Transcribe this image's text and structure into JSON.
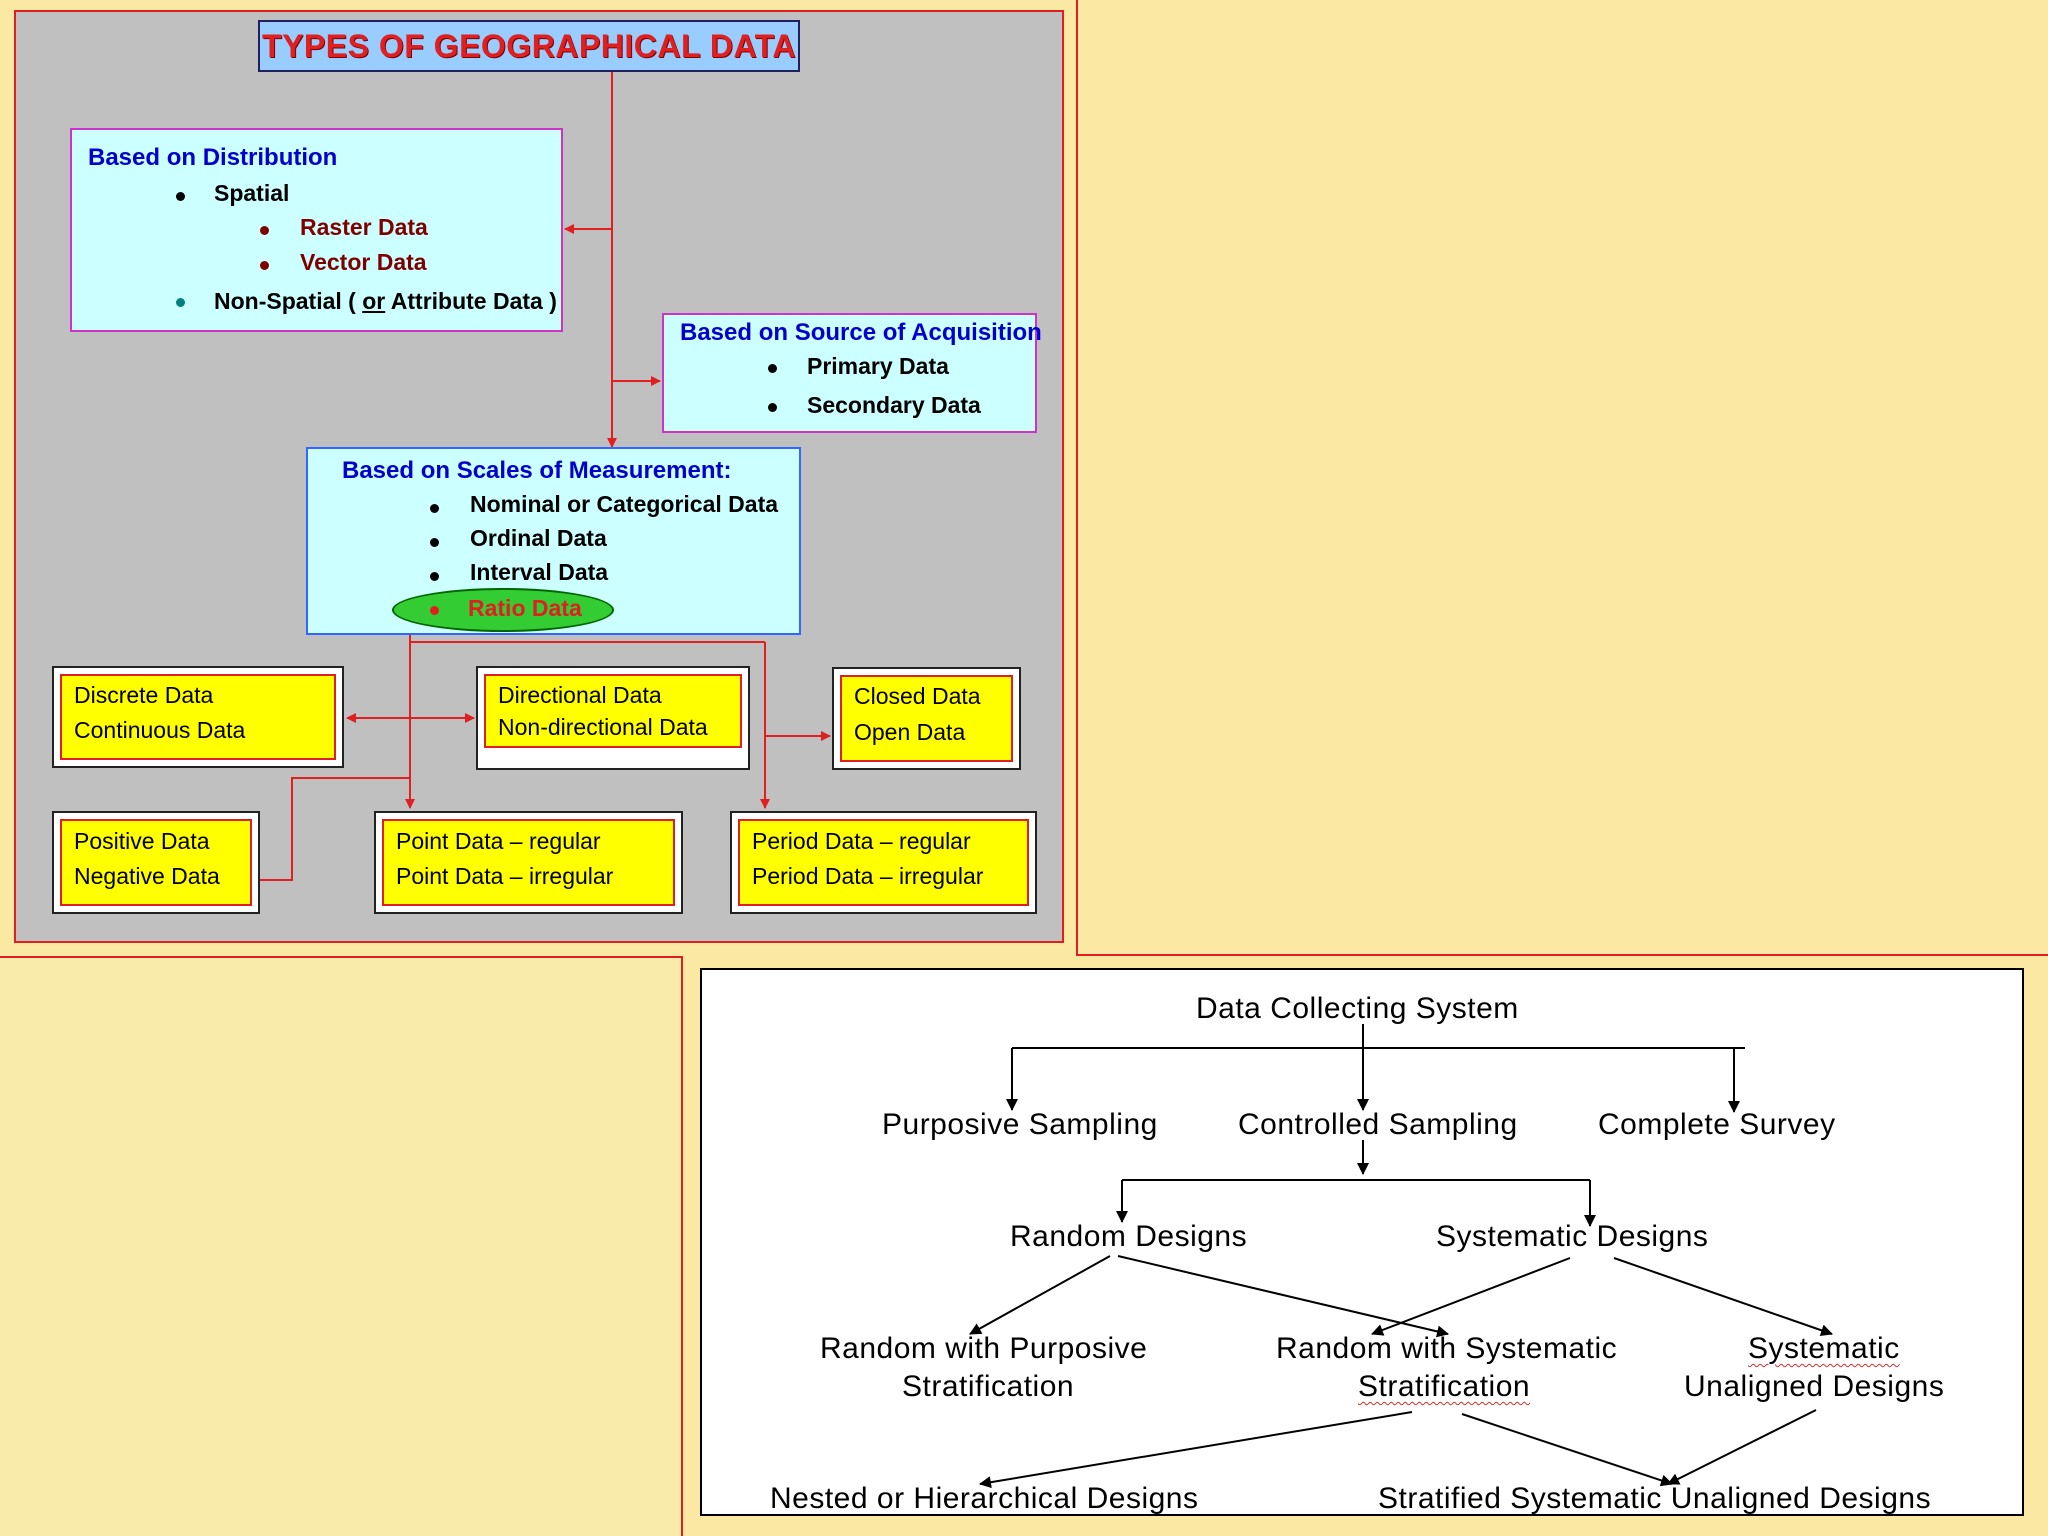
{
  "geo": {
    "title": "TYPES OF GEOGRAPHICAL DATA",
    "distribution": {
      "header": "Based on Distribution",
      "spatial": "Spatial",
      "raster": "Raster Data",
      "vector": "Vector Data",
      "nonspatial_a": "Non-Spatial ( ",
      "nonspatial_or": "or",
      "nonspatial_b": " Attribute Data )"
    },
    "source": {
      "header": "Based on Source of Acquisition",
      "primary": "Primary Data",
      "secondary": "Secondary Data"
    },
    "scales": {
      "header": "Based on Scales of Measurement:",
      "nominal": "Nominal or Categorical Data",
      "ordinal": "Ordinal Data",
      "interval": "Interval Data",
      "ratio": "Ratio Data"
    },
    "boxes": {
      "discrete": "Discrete Data",
      "continuous": "Continuous Data",
      "directional": "Directional Data",
      "nondirectional": "Non-directional Data",
      "closed": "Closed Data",
      "open": "Open Data",
      "positive": "Positive Data",
      "negative": "Negative Data",
      "point_regular": "Point Data – regular",
      "point_irregular": "Point Data – irregular",
      "period_regular": "Period Data – regular",
      "period_irregular": "Period Data – irregular"
    }
  },
  "dcs": {
    "root": "Data Collecting System",
    "purposive": "Purposive Sampling",
    "controlled": "Controlled Sampling",
    "complete": "Complete Survey",
    "random": "Random Designs",
    "systematic": "Systematic Designs",
    "rwp_1": "Random with Purposive",
    "rwp_2": "Stratification",
    "rws_1": "Random with Systematic",
    "rws_2": "Stratification",
    "sud_1": "Systematic",
    "sud_2": "Unaligned Designs",
    "nested": "Nested or Hierarchical Designs",
    "stratified": "Stratified Systematic Unaligned Designs"
  },
  "colors": {
    "arrow": "#e02020",
    "cyan": "#ccffff",
    "yellow": "#ffff00",
    "panel": "#c0c0c0"
  }
}
